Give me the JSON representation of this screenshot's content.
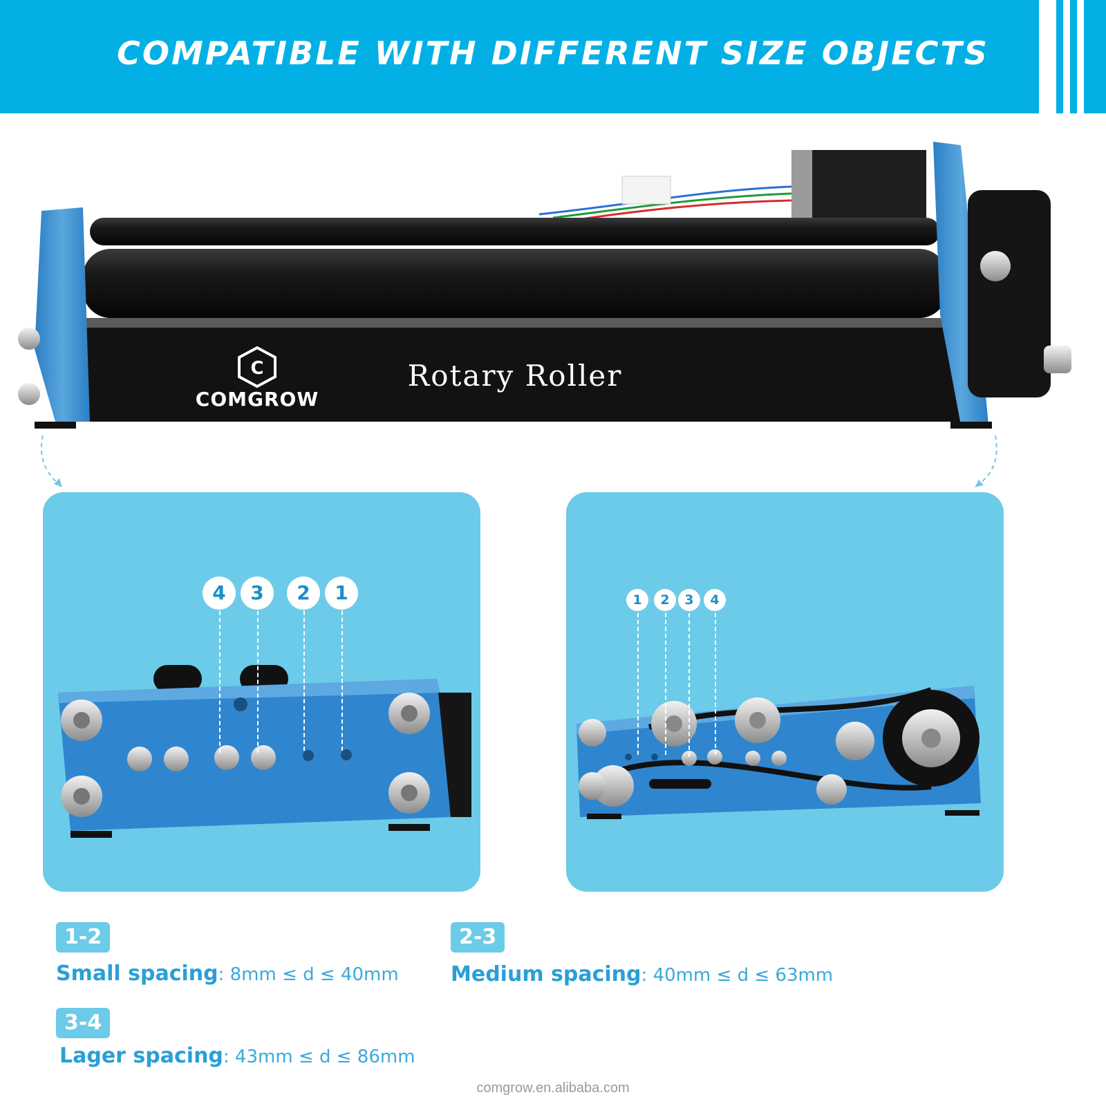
{
  "header": {
    "title": "COMPATIBLE WITH DIFFERENT SIZE OBJECTS"
  },
  "product": {
    "brand": "COMGROW",
    "label": "Rotary Roller"
  },
  "left_panel": {
    "numbers": [
      "4",
      "3",
      "2",
      "1"
    ]
  },
  "right_panel": {
    "numbers": [
      "1",
      "2",
      "3",
      "4"
    ]
  },
  "spacings": [
    {
      "tag": "1-2",
      "name": "Small spacing",
      "range": ": 8mm ≤ d ≤ 40mm"
    },
    {
      "tag": "2-3",
      "name": "Medium spacing",
      "range": ": 40mm ≤ d ≤ 63mm"
    },
    {
      "tag": "3-4",
      "name": "Lager spacing",
      "range": ": 43mm ≤ d ≤ 86mm"
    }
  ],
  "footer": {
    "watermark": "comgrow.en.alibaba.com"
  },
  "colors": {
    "banner": "#02b0e6",
    "panel": "#6ccbe8",
    "accent_text": "#2a9fd6",
    "frame_blue": "#3a8fd0"
  }
}
